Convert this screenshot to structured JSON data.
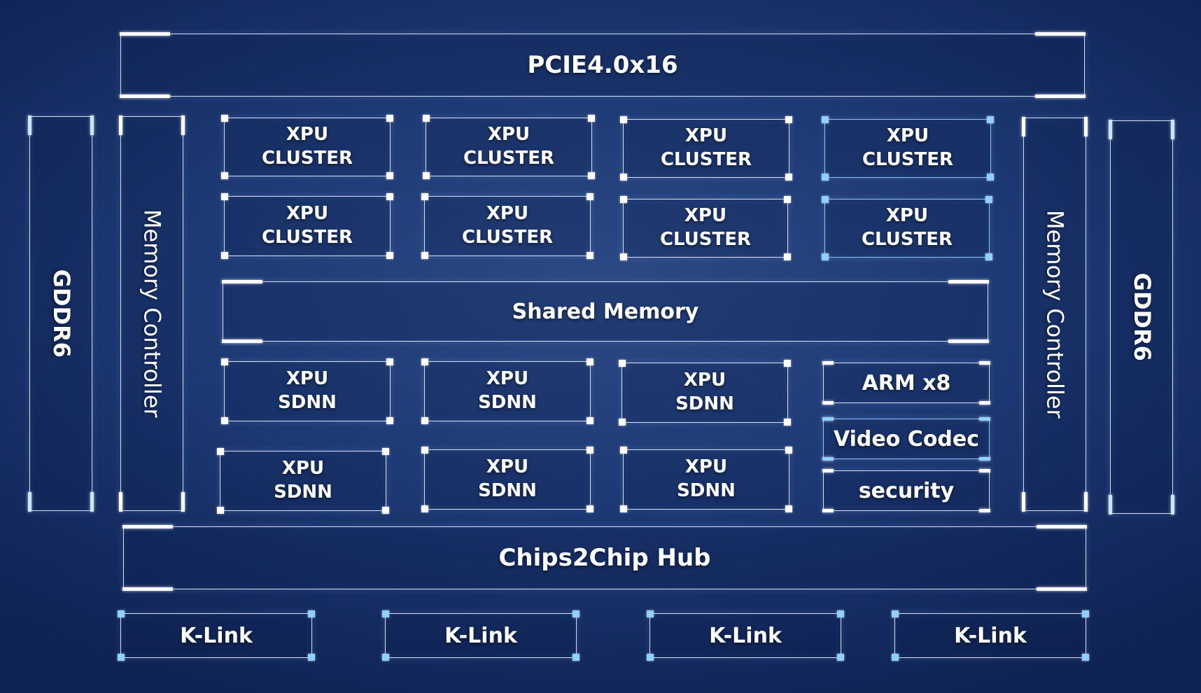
{
  "pcie": "PCIE4.0x16",
  "gddr_left": "GDDR6",
  "gddr_right": "GDDR6",
  "memory_controller_left": "Memory Controller",
  "memory_controller_right": "Memory Controller",
  "xpu_cluster": {
    "line1": "XPU",
    "line2": "CLUSTER"
  },
  "xpu_sdnn": {
    "line1": "XPU",
    "line2": "SDNN"
  },
  "shared_memory": "Shared Memory",
  "arm": "ARM x8",
  "video_codec": "Video Codec",
  "security": "security",
  "hub": "Chips2Chip Hub",
  "k_link": "K-Link",
  "colors": {
    "background": "#1e3a75",
    "border": "#e8f0ff",
    "accent_corner": "#8fd0ff",
    "text": "#ffffff"
  }
}
